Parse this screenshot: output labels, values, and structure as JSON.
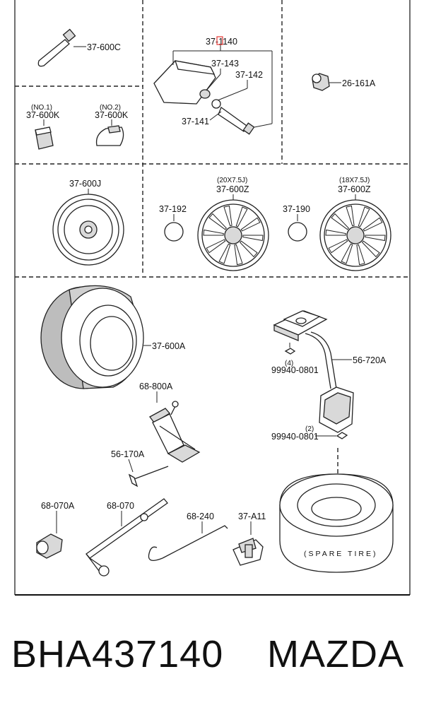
{
  "labels": {
    "valve_stem": "37-600C",
    "sensor_assembly": "37-1140",
    "sensor_sub_143": "37-143",
    "sensor_sub_142": "37-142",
    "sensor_sub_141": "37-141",
    "lug_nut": "26-161A",
    "kit_no1_caption": "(NO.1)",
    "kit_no1": "37-600K",
    "kit_no2_caption": "(NO.2)",
    "kit_no2": "37-600K",
    "steel_wheel": "37-600J",
    "center_cap_192": "37-192",
    "wheel_20_caption": "(20X7.5J)",
    "wheel_20": "37-600Z",
    "center_cap_190": "37-190",
    "wheel_18_caption": "(18X7.5J)",
    "wheel_18": "37-600Z",
    "tire": "37-600A",
    "jack": "68-800A",
    "jack_handle_bolt": "56-170A",
    "spare_carrier": "56-720A",
    "bolt_upper_qty": "(4)",
    "bolt_upper": "99940-0801",
    "bolt_lower_qty": "(2)",
    "bolt_lower": "99940-0801",
    "socket": "68-070A",
    "lug_wrench": "68-070",
    "jack_handle": "68-240",
    "repair_kit": "37-A11",
    "spare_tire_text": "(SPARE TIRE)"
  },
  "footer": {
    "part_number": "BHA437140",
    "brand": "MAZDA"
  },
  "colors": {
    "highlight": "#e53935",
    "line": "#222222"
  }
}
